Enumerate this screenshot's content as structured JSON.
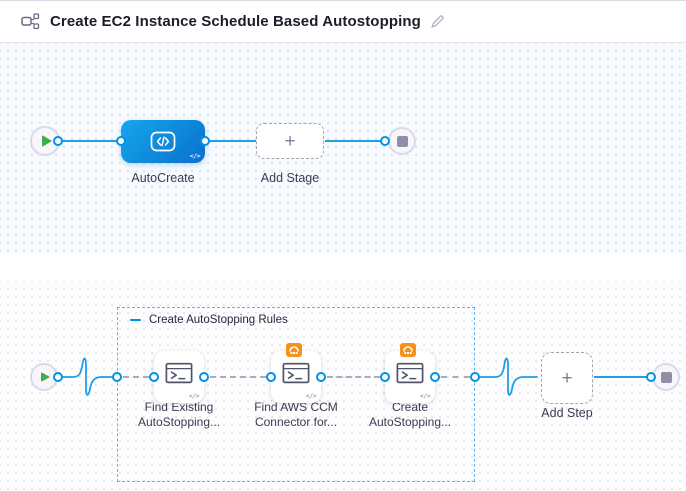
{
  "header": {
    "title": "Create EC2 Instance Schedule Based Autostopping",
    "left_icon": "pipeline-graph-icon",
    "right_icon": "edit-pencil-icon"
  },
  "stage_canvas": {
    "start_node_icon": "play-icon",
    "stage": {
      "label": "AutoCreate",
      "icon": "custom-stage-icon",
      "mini_badge": "</>"
    },
    "add_stage": {
      "label": "Add Stage",
      "plus": "+"
    },
    "end_node_icon": "stop-icon"
  },
  "execution_canvas": {
    "start_node_icon": "play-icon",
    "step_group": {
      "label": "Create AutoStopping Rules",
      "collapse_icon": "minus-icon"
    },
    "steps": [
      {
        "line1": "Find Existing",
        "line2": "AutoStopping...",
        "icon": "shell-script-icon",
        "badge": null,
        "mini_badge": "</>"
      },
      {
        "line1": "Find AWS CCM",
        "line2": "Connector for...",
        "icon": "shell-script-icon",
        "badge": "aws-ccm-icon",
        "mini_badge": "</>"
      },
      {
        "line1": "Create",
        "line2": "AutoStopping...",
        "icon": "shell-script-icon",
        "badge": "aws-ccm-icon",
        "mini_badge": "</>"
      }
    ],
    "add_step": {
      "label": "Add Step",
      "plus": "+"
    },
    "end_node_icon": "stop-icon"
  },
  "colors": {
    "accent_blue": "#0092e4",
    "stage_gradient_start": "#15a6ec",
    "stage_gradient_end": "#0a70cd",
    "aws_orange": "#f7911e",
    "play_green": "#3fae4b",
    "stop_gray": "#8f90a6",
    "canvas_top_bg": "#f7fbfe",
    "canvas_bottom_bg": "#fdfdfe"
  }
}
